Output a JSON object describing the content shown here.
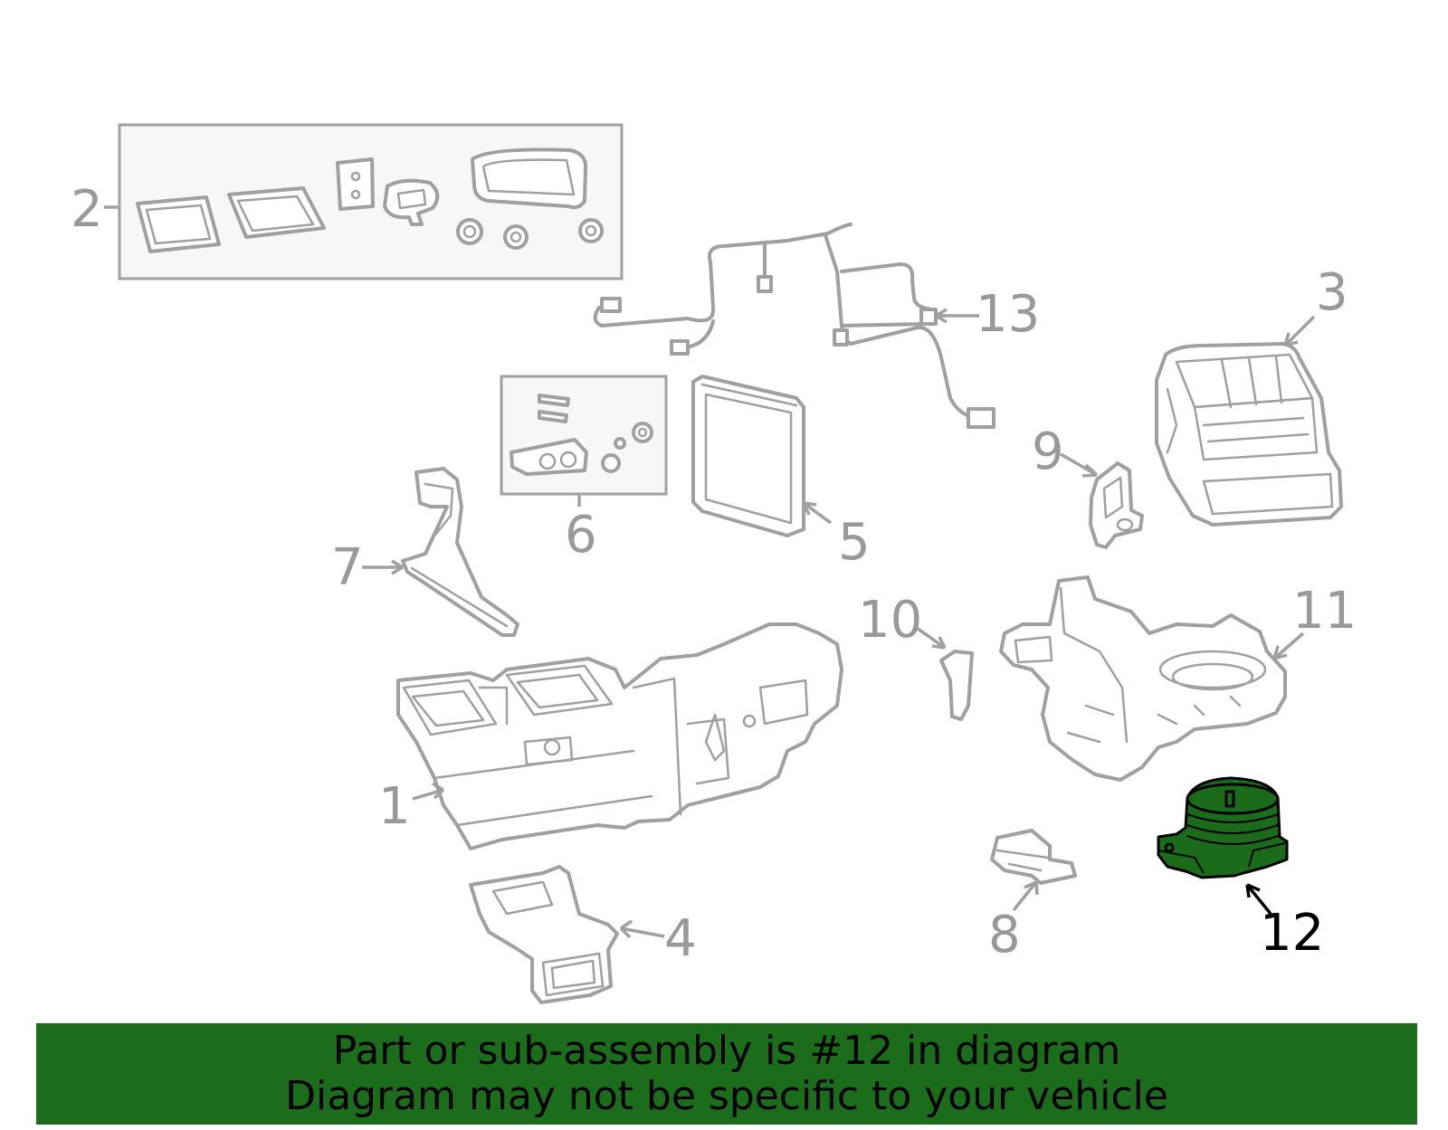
{
  "callouts": {
    "c1": "1",
    "c2": "2",
    "c3": "3",
    "c4": "4",
    "c5": "5",
    "c6": "6",
    "c7": "7",
    "c8": "8",
    "c9": "9",
    "c10": "10",
    "c11": "11",
    "c12": "12",
    "c13": "13"
  },
  "highlighted_callout": "12",
  "colors": {
    "highlight": "#1b6d1b",
    "part_line": "#a0a0a0",
    "callout_text": "#999999"
  },
  "banner": {
    "line1": "Part or sub-assembly is #12 in diagram",
    "line2": "Diagram may not be specific to your vehicle"
  }
}
